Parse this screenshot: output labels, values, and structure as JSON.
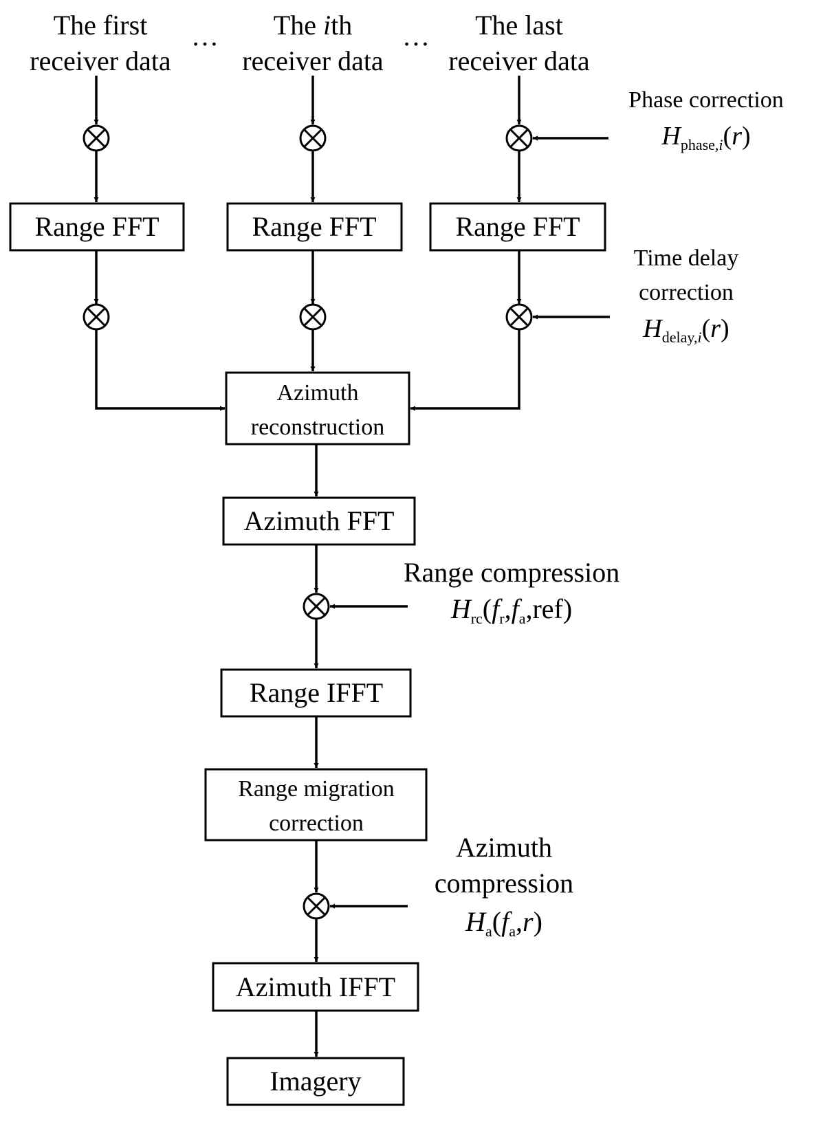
{
  "inputs": {
    "first": {
      "line1": "The first",
      "line2": "receiver data"
    },
    "ith": {
      "line1_pre": "The ",
      "line1_var": "i",
      "line1_post": "th",
      "line2": "receiver data"
    },
    "last": {
      "line1": "The last",
      "line2": "receiver data"
    },
    "ellipsis": "…"
  },
  "blocks": {
    "range_fft": "Range FFT",
    "azimuth_reconstruction": {
      "line1": "Azimuth",
      "line2": "reconstruction"
    },
    "azimuth_fft": "Azimuth FFT",
    "range_ifft": "Range IFFT",
    "range_migration_correction": {
      "line1": "Range migration",
      "line2": "correction"
    },
    "azimuth_ifft": "Azimuth IFFT",
    "imagery": "Imagery"
  },
  "corrections": {
    "phase": {
      "label": "Phase correction",
      "sym": "H",
      "sub": "phase,",
      "sub_var": "i",
      "arg_open": "(",
      "arg_var": "r",
      "arg_close": ")"
    },
    "delay": {
      "label1": "Time delay",
      "label2": "correction",
      "sym": "H",
      "sub": "delay,",
      "sub_var": "i",
      "arg_open": "(",
      "arg_var": "r",
      "arg_close": ")"
    },
    "range_compression": {
      "label": "Range compression",
      "sym": "H",
      "sub": "rc",
      "p1": "(",
      "f1": "f",
      "f1sub": "r",
      "comma1": ",",
      "f2": "f",
      "f2sub": "a",
      "rest": ",ref)"
    },
    "azimuth_compression": {
      "label1": "Azimuth",
      "label2": "compression",
      "sym": "H",
      "sub": "a",
      "p1": "(",
      "f1": "f",
      "f1sub": "a",
      "comma1": ",",
      "r": "r",
      "close": ")"
    }
  }
}
